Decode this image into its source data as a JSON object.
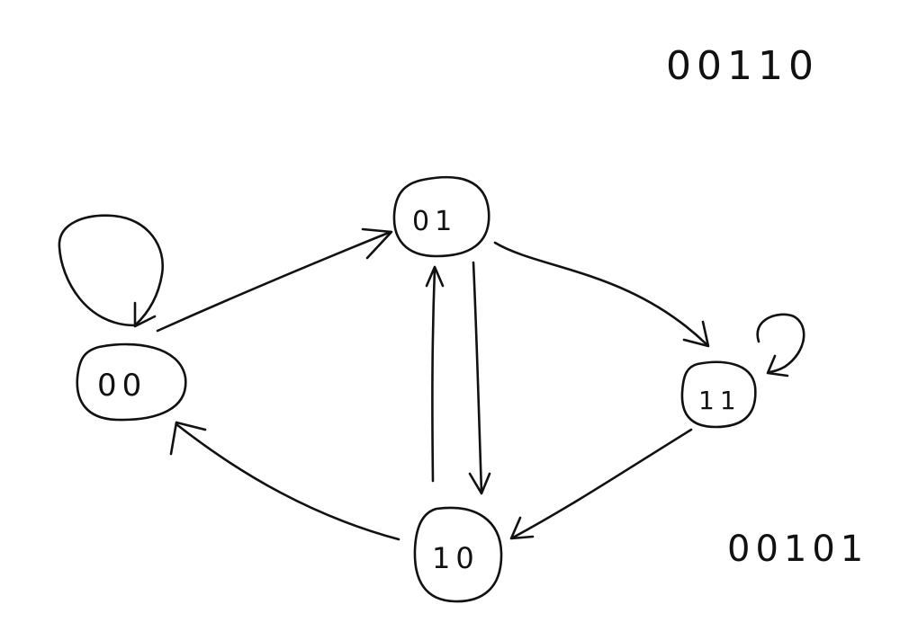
{
  "diagram": {
    "type": "state-transition-diagram",
    "ink_color": "#111111",
    "background": "#ffffff",
    "nodes": [
      {
        "id": "00",
        "label": "00"
      },
      {
        "id": "01",
        "label": "01"
      },
      {
        "id": "11",
        "label": "11"
      },
      {
        "id": "10",
        "label": "10"
      }
    ],
    "edges": [
      {
        "from": "00",
        "to": "00"
      },
      {
        "from": "00",
        "to": "01"
      },
      {
        "from": "01",
        "to": "11"
      },
      {
        "from": "01",
        "to": "10"
      },
      {
        "from": "10",
        "to": "01"
      },
      {
        "from": "11",
        "to": "11"
      },
      {
        "from": "11",
        "to": "10"
      },
      {
        "from": "10",
        "to": "00"
      }
    ],
    "annotations": {
      "top_right": "00110",
      "bottom_right": "00101"
    }
  }
}
